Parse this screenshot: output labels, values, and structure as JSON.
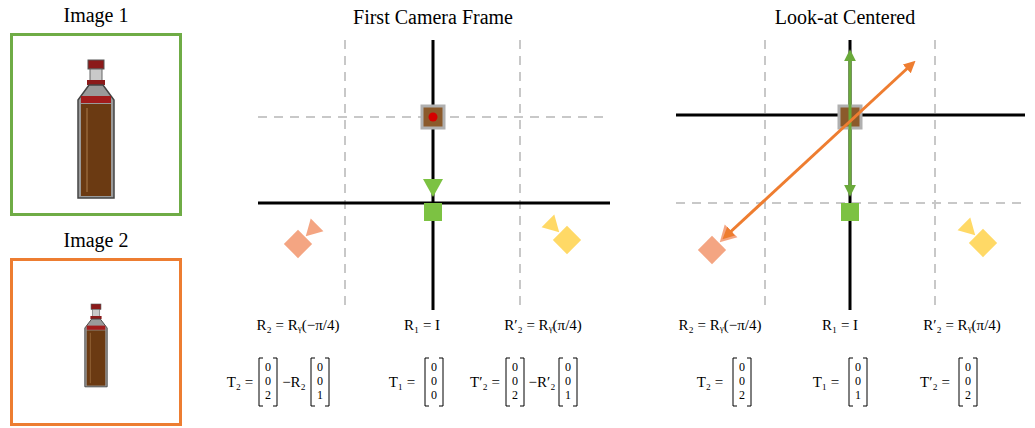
{
  "diagram": {
    "nodes": [
      {
        "text": [
          "Image 1"
        ]
      },
      {
        "text": [
          "Image 2"
        ]
      }
    ],
    "labels": [
      "First Camera Frame",
      "Look-at Centered",
      "R₂ = Rᵧ(−π/4)",
      "R₁ = I",
      "R′₂ = Rᵧ(π/4)",
      "R₂ = Rᵧ(−π/4)",
      "R₁ = I",
      "R′₂ = Rᵧ(π/4)",
      "T₂ =",
      "0",
      "0",
      "2",
      "−R₂",
      "0",
      "0",
      "1",
      "T₁ =",
      "0",
      "0",
      "0",
      "T′₂ =",
      "0",
      "0",
      "2",
      "−R′₂",
      "0",
      "0",
      "1",
      "T₂ =",
      "0",
      "0",
      "2",
      "T₁ =",
      "0",
      "0",
      "1",
      "T′₂ =",
      "0",
      "0",
      "2"
    ]
  }
}
